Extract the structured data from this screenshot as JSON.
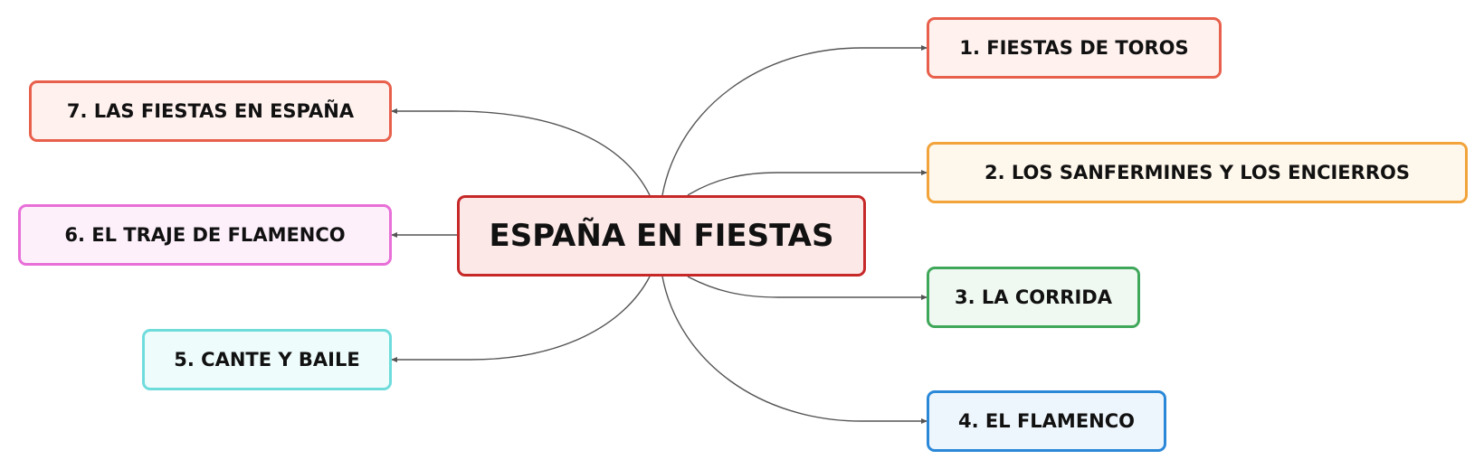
{
  "mindmap": {
    "center": {
      "label": "ESPAÑA EN FIESTAS",
      "border_color": "#c62828",
      "fill_color": "#fde8e8"
    },
    "branches": [
      {
        "label": "1. FIESTAS DE TOROS",
        "border_color": "#e8604c",
        "fill_color": "#fef1ee"
      },
      {
        "label": "2. LOS SANFERMINES Y LOS ENCIERROS",
        "border_color": "#f2a33a",
        "fill_color": "#fef7ec"
      },
      {
        "label": "3. LA CORRIDA",
        "border_color": "#3fa75a",
        "fill_color": "#eff9f1"
      },
      {
        "label": "4. EL FLAMENCO",
        "border_color": "#2b88d8",
        "fill_color": "#eef6fd"
      },
      {
        "label": "5. CANTE Y BAILE",
        "border_color": "#6fdcdc",
        "fill_color": "#effcfc"
      },
      {
        "label": "6. EL TRAJE DE FLAMENCO",
        "border_color": "#e86fd8",
        "fill_color": "#fdf0fb"
      },
      {
        "label": "7. LAS FIESTAS EN ESPAÑA",
        "border_color": "#e8604c",
        "fill_color": "#fef1ee"
      }
    ],
    "connector_color": "#555555"
  }
}
